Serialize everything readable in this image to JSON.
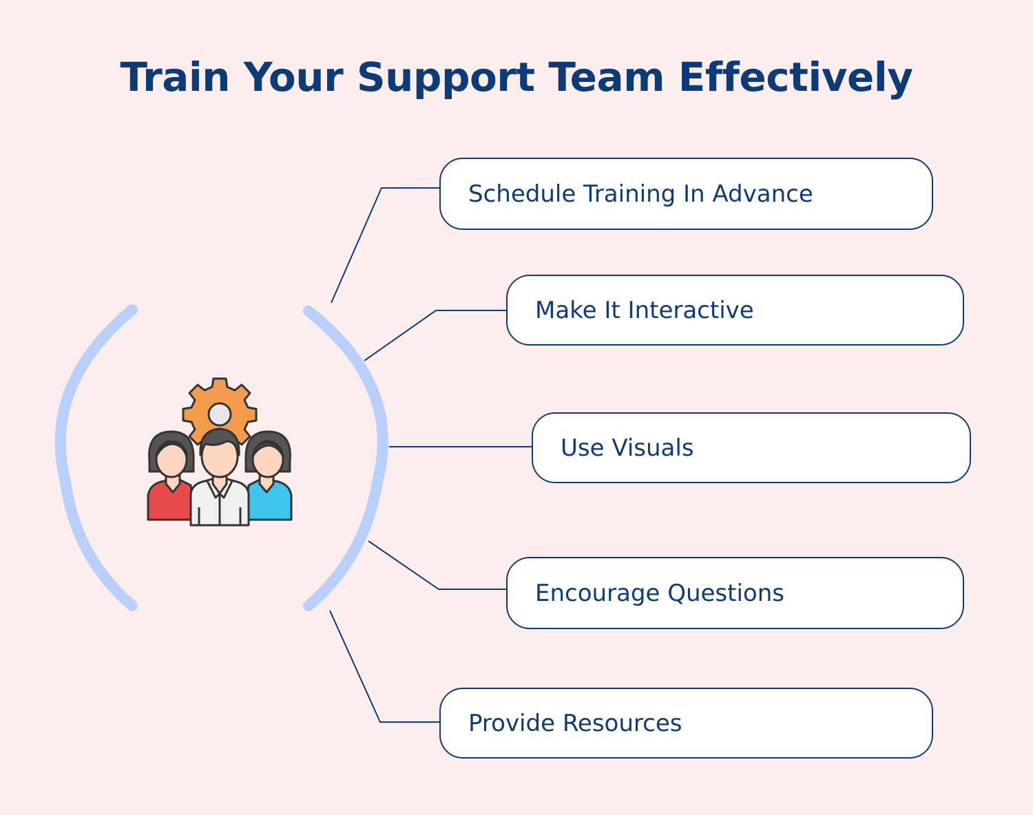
{
  "title": "Train Your Support Team Effectively",
  "items": [
    {
      "label": "Schedule Training In Advance"
    },
    {
      "label": "Make It Interactive"
    },
    {
      "label": "Use Visuals"
    },
    {
      "label": "Encourage Questions"
    },
    {
      "label": "Provide Resources"
    }
  ],
  "icon": "team-gear-icon",
  "colors": {
    "background": "#fdeeee",
    "primary": "#0d3b78",
    "bracket": "#b8d0fb",
    "gear": "#f39c4d",
    "person_left": "#e84a4a",
    "person_right": "#3fc4ee",
    "skin": "#fcd6bf",
    "hair": "#545454"
  }
}
